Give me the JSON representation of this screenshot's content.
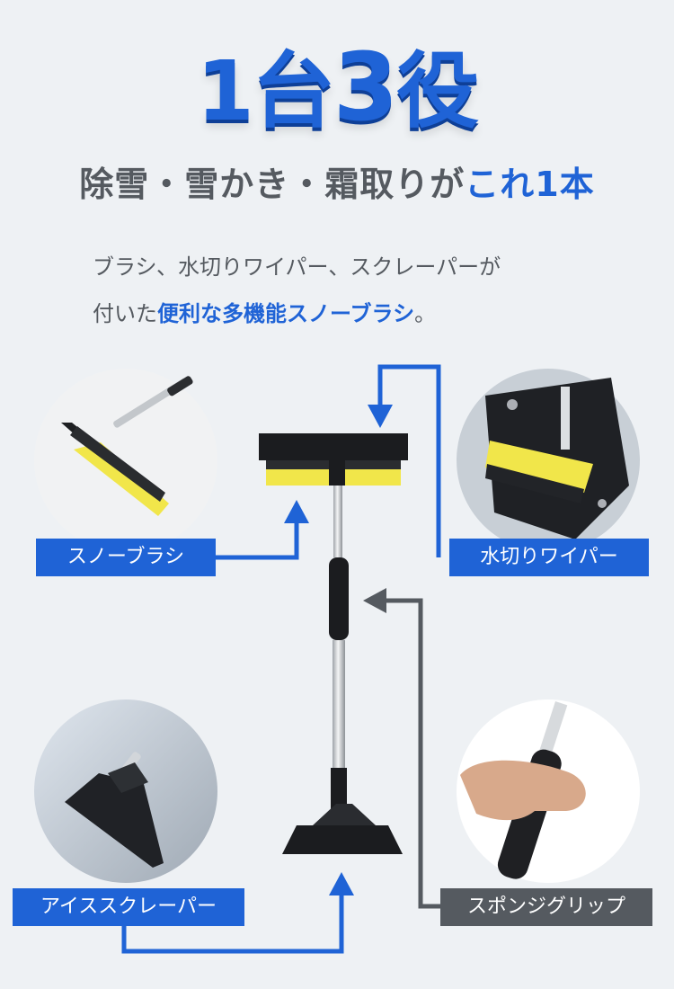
{
  "headline": {
    "part1": "1台",
    "part2": "3",
    "part3": "役"
  },
  "subheadline": {
    "prefix": "除雪・雪かき・霜取りが",
    "highlight": "これ1本"
  },
  "description": {
    "line1": "ブラシ、水切りワイパー、スクレーパーが",
    "line2_prefix": "付いた",
    "line2_highlight": "便利な多機能スノーブラシ",
    "line2_suffix": "。"
  },
  "labels": {
    "snow_brush": "スノーブラシ",
    "wiper": "水切りワイパー",
    "ice_scraper": "アイススクレーパー",
    "sponge_grip": "スポンジグリップ"
  },
  "colors": {
    "accent": "#1f63d6",
    "gray": "#555a60",
    "background": "#eef1f4"
  },
  "icons": [
    "brush-detail-photo",
    "wiper-detail-photo",
    "scraper-detail-photo",
    "grip-detail-photo",
    "snow-brush-product"
  ]
}
